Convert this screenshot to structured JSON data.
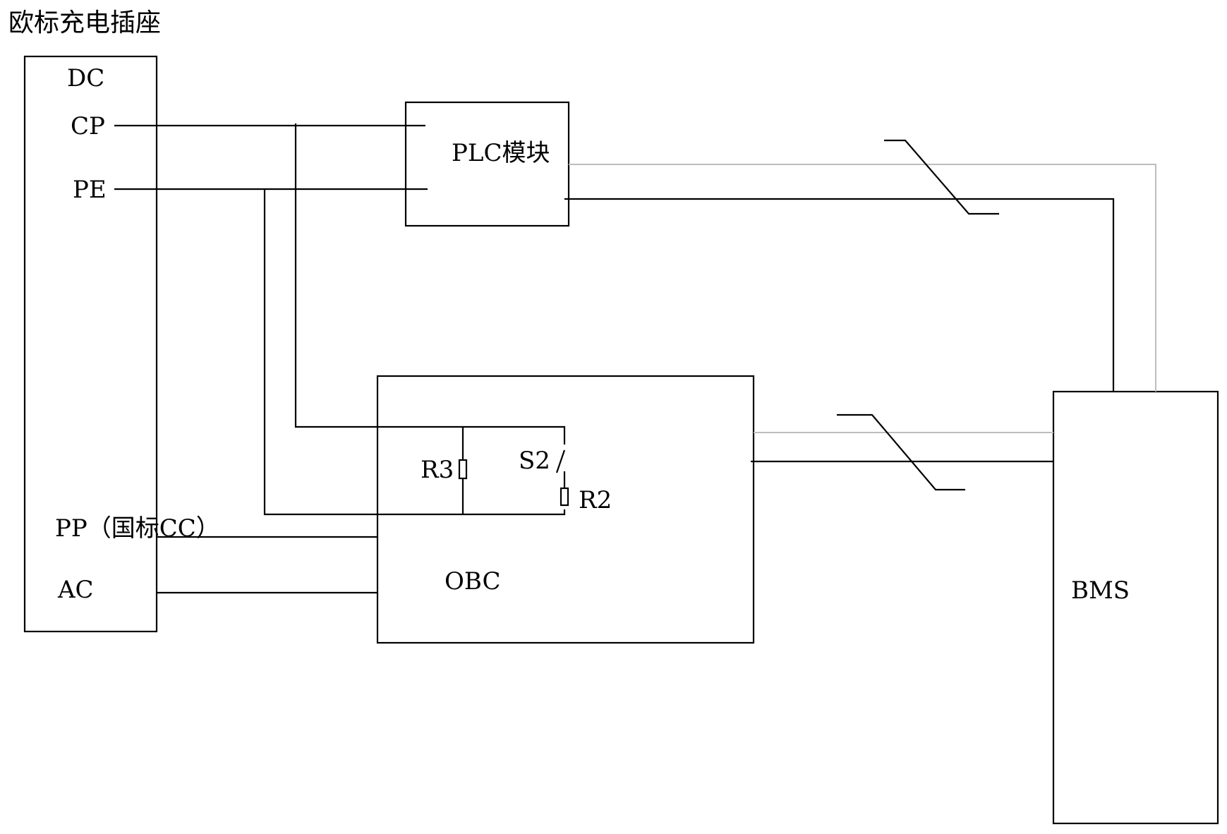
{
  "title": "欧标充电插座",
  "socket": {
    "dc": "DC",
    "cp": "CP",
    "pe": "PE",
    "pp": "PP（国标CC）",
    "ac": "AC"
  },
  "plc": {
    "label": "PLC模块"
  },
  "obc": {
    "label": "OBC"
  },
  "bms": {
    "label": "BMS"
  },
  "components": {
    "r3": "R3",
    "s2": "S2",
    "r2": "R2"
  },
  "colors": {
    "line": "#000000",
    "signal_line": "#bdbdbd",
    "background": "#ffffff"
  }
}
